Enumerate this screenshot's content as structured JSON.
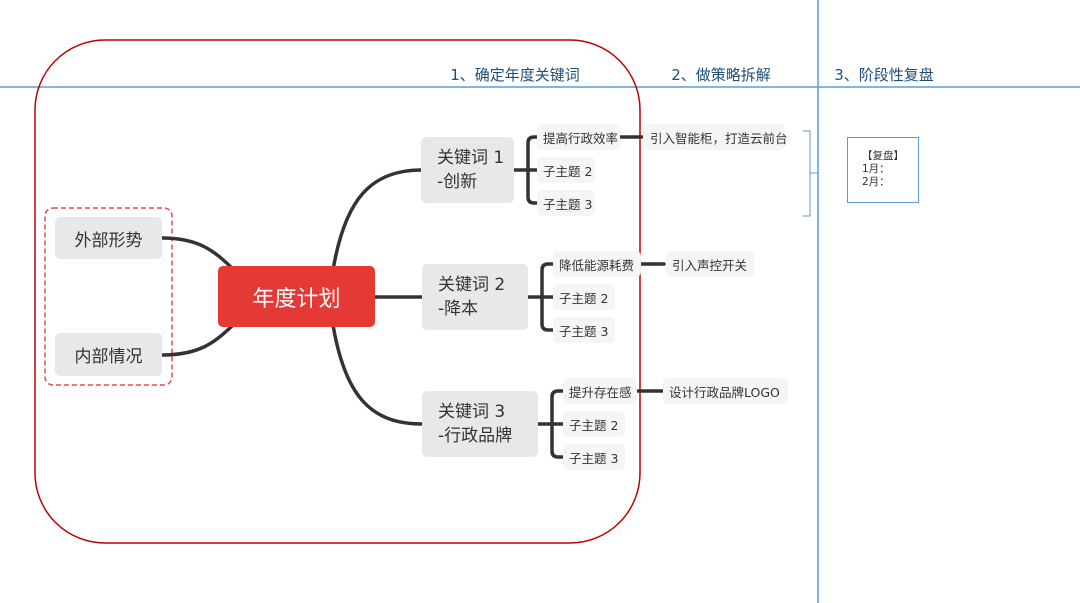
{
  "headers": [
    "1、确定年度关键词",
    "2、做策略拆解",
    "3、阶段性复盘"
  ],
  "center": {
    "label": "年度计划",
    "color": "#e53935"
  },
  "left_nodes": [
    "外部形势",
    "内部情况"
  ],
  "keywords": [
    {
      "label": "关键词 1\n-创新",
      "subs": [
        "提高行政效率",
        "子主题 2",
        "子主题 3"
      ],
      "strategy": "引入智能柜，打造云前台"
    },
    {
      "label": "关键词 2\n-降本",
      "subs": [
        "降低能源耗费",
        "子主题 2",
        "子主题 3"
      ],
      "strategy": "引入声控开关"
    },
    {
      "label": "关键词 3\n-行政品牌",
      "subs": [
        "提升存在感",
        "子主题 2",
        "子主题 3"
      ],
      "strategy": "设计行政品牌LOGO"
    }
  ],
  "review": {
    "title": "【复盘】",
    "lines": [
      "1月：",
      "2月："
    ]
  },
  "colors": {
    "guide": "#5b9bd5",
    "frame": "#c00000",
    "header": "#1f4e79"
  }
}
